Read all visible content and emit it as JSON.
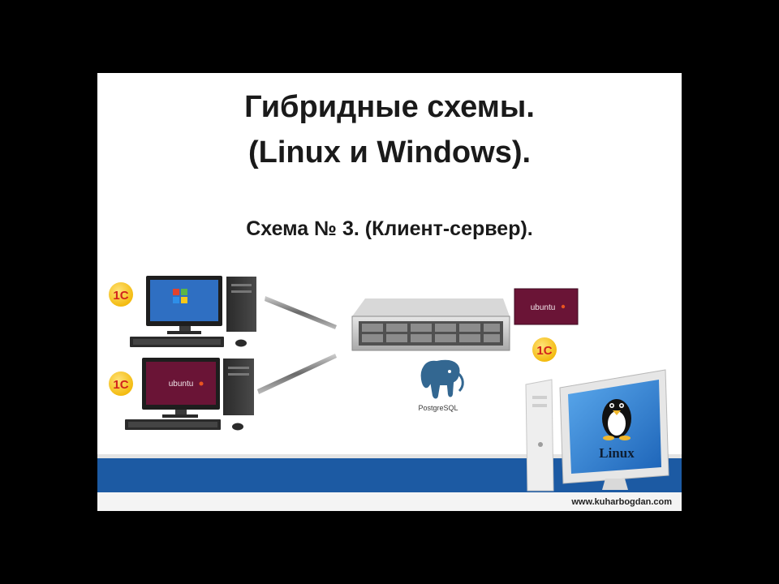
{
  "slide": {
    "title_line1": "Гибридные схемы.",
    "title_line2": "(Linux и Windows).",
    "subtitle": "Схема № 3. (Клиент-сервер).",
    "website": "www.kuharbogdan.com"
  },
  "labels": {
    "onec_badge": "1С",
    "ubuntu_logo": "ubuntu",
    "postgres_label": "PostgreSQL",
    "linux_label": "Linux"
  },
  "colors": {
    "band": "#1c5aa3",
    "ubuntu_purple": "#6a1436",
    "onec_yellow": "#f6c21c",
    "onec_red": "#d2231c",
    "linux_screen": "#2a7fd4",
    "postgres_blue": "#336791"
  }
}
